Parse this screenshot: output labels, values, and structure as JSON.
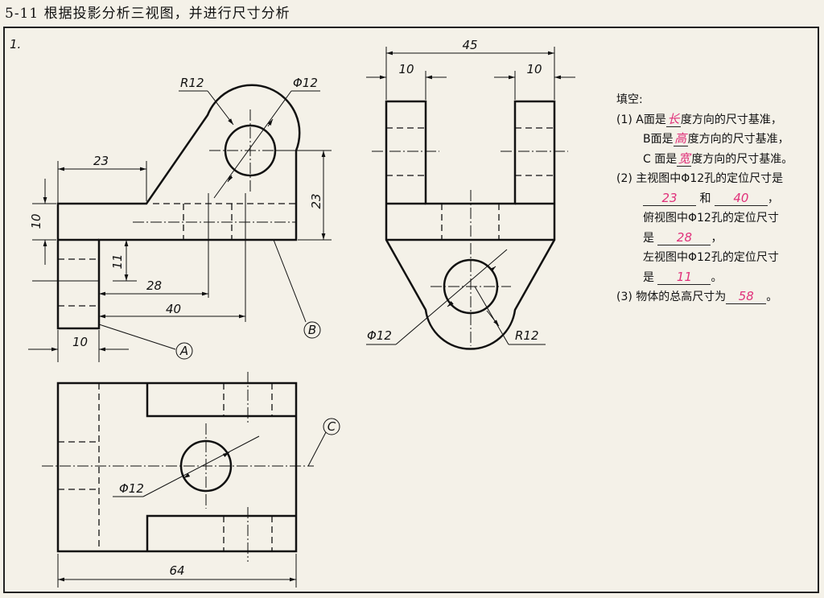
{
  "header": {
    "title": "5-11 根据投影分析三视图，并进行尺寸分析"
  },
  "problem_number": "1.",
  "front_view": {
    "dims": {
      "r12": "R12",
      "phi12": "Φ12",
      "d23_left": "23",
      "d23_right": "23",
      "d10_vert": "10",
      "d11": "11",
      "d28": "28",
      "d40": "40",
      "d10_bottom": "10"
    },
    "label_a": "A",
    "label_b": "B"
  },
  "side_view": {
    "dims": {
      "d45": "45",
      "d10_left": "10",
      "d10_right": "10",
      "phi12": "Φ12",
      "r12": "R12"
    }
  },
  "top_view": {
    "dims": {
      "phi12": "Φ12",
      "d64": "64"
    },
    "label_c": "C"
  },
  "fill": {
    "heading": "填空:",
    "q1_num": "(1)",
    "q1_a_pre": "A面是",
    "q1_a_ans": "长",
    "q1_a_post": "度方向的尺寸基准，",
    "q1_b_pre": "B面是",
    "q1_b_ans": "高",
    "q1_b_post": "度方向的尺寸基准，",
    "q1_c_pre": "C 面是",
    "q1_c_ans": "宽",
    "q1_c_post": "度方向的尺寸基准。",
    "q2_num": "(2)",
    "q2_line1": "主视图中Φ12孔的定位尺寸是",
    "q2_ans1": "23",
    "q2_and": "和",
    "q2_ans2": "40",
    "q2_comma1": "，",
    "q2_line3": "俯视图中Φ12孔的定位尺寸",
    "q2_shi1": "是",
    "q2_ans3": "28",
    "q2_comma2": "，",
    "q2_line5": "左视图中Φ12孔的定位尺寸",
    "q2_shi2": "是",
    "q2_ans4": "11",
    "q2_period": "。",
    "q3_num": "(3)",
    "q3_text": "物体的总高尺寸为",
    "q3_ans": "58",
    "q3_period": "。"
  }
}
